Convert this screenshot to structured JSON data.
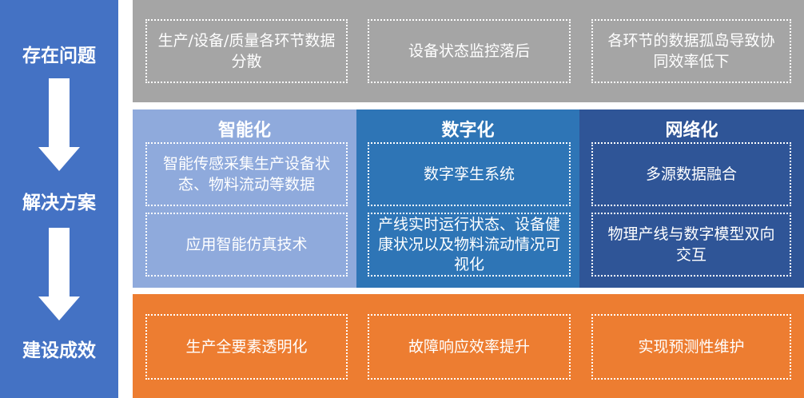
{
  "left": {
    "labels": [
      "存在问题",
      "解决方案",
      "建设成效"
    ]
  },
  "problems": [
    "生产/设备/质量各环节数据分散",
    "设备状态监控落后",
    "各环节的数据孤岛导致协同效率低下"
  ],
  "solutions": [
    {
      "title": "智能化",
      "color": "#8faadc",
      "items": [
        "智能传感采集生产设备状态、物料流动等数据",
        "应用智能仿真技术"
      ]
    },
    {
      "title": "数字化",
      "color": "#2e75b6",
      "items": [
        "数字孪生系统",
        "产线实时运行状态、设备健康状况以及物料流动情况可视化"
      ]
    },
    {
      "title": "网络化",
      "color": "#2f5597",
      "items": [
        "多源数据融合",
        "物理产线与数字模型双向交互"
      ]
    }
  ],
  "results": [
    "生产全要素透明化",
    "故障响应效率提升",
    "实现预测性维护"
  ],
  "colors": {
    "left": "#4472c4",
    "problems": "#a5a5a5",
    "results": "#ed7d31"
  }
}
